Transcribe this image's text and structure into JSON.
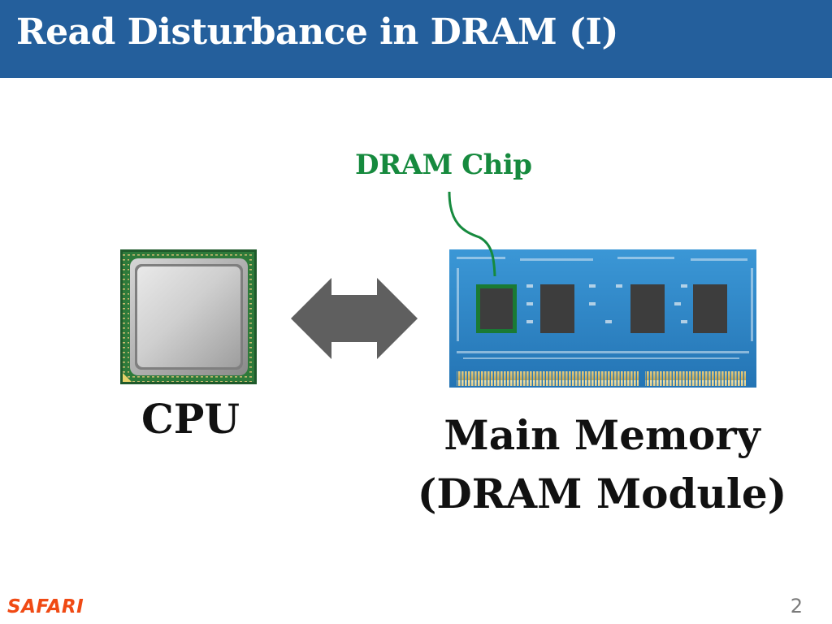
{
  "slide": {
    "title": "Read Disturbance in DRAM (I)",
    "page_number": "2"
  },
  "diagram": {
    "chip_label": "DRAM Chip",
    "cpu_label": "CPU",
    "memory_label_line1": "Main Memory",
    "memory_label_line2": "(DRAM Module)"
  },
  "footer": {
    "logo_text": "SAFARI"
  },
  "colors": {
    "title_bar": "#245f9c",
    "chip_label": "#168a3e",
    "arrow": "#5f5f5f",
    "pcb": "#2f8ccf",
    "logo": "#f04a14"
  },
  "icons": [
    "cpu-icon",
    "bidirectional-arrow-icon",
    "dram-module-icon"
  ]
}
